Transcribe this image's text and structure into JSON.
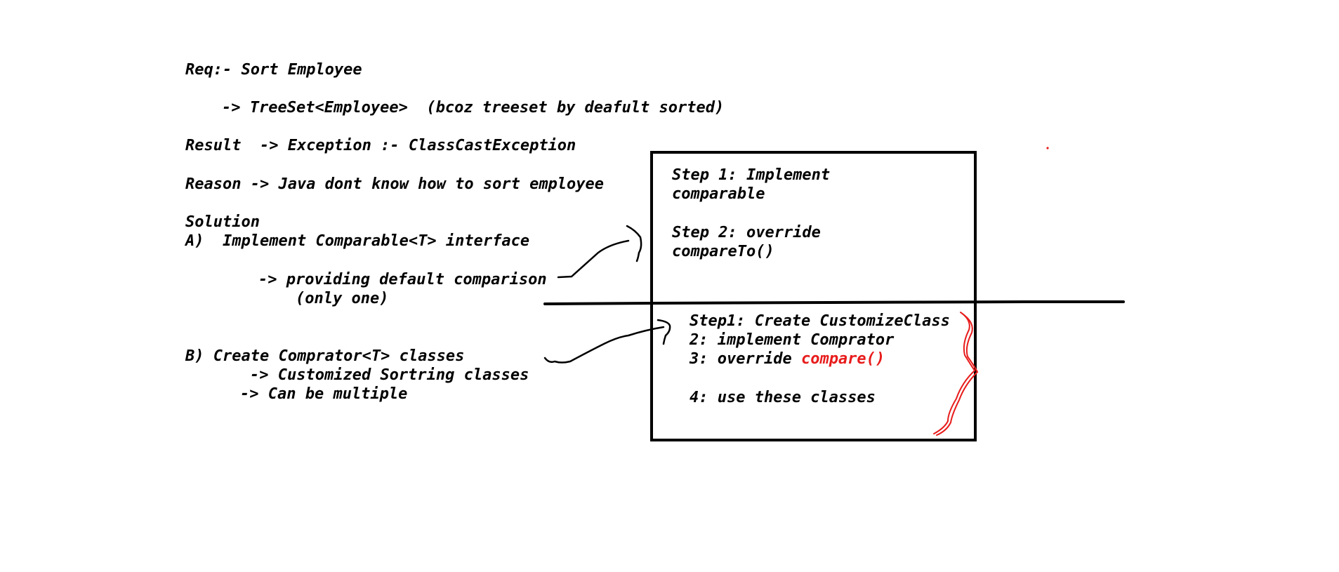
{
  "notes": {
    "req": "Req:- Sort Employee",
    "treeset": "-> TreeSet<Employee>  (bcoz treeset by deafult sorted)",
    "result": "Result  -> Exception :- ClassCastException",
    "reason": "Reason -> Java dont know how to sort employee",
    "solution": "Solution",
    "option_a": "A)  Implement Comparable<T> interface",
    "option_a_detail": "-> providing default comparison",
    "option_a_note": "(only one)",
    "option_b": "B) Create Comprator<T> classes",
    "option_b_detail_1": "-> Customized Sortring classes",
    "option_b_detail_2": "-> Can be multiple"
  },
  "box_top": {
    "step1_line1": "Step 1: Implement",
    "step1_line2": "comparable",
    "step2_line1": "Step 2: override",
    "step2_line2": "compareTo()"
  },
  "box_bottom": {
    "step1": "Step1: Create CustomizeClass",
    "step2": "2: implement Comprator",
    "step3_prefix": "3: override ",
    "step3_method": "compare()",
    "step4": "4: use these classes"
  },
  "colors": {
    "ink": "#000000",
    "highlight": "#e81c1c",
    "background": "#ffffff"
  }
}
